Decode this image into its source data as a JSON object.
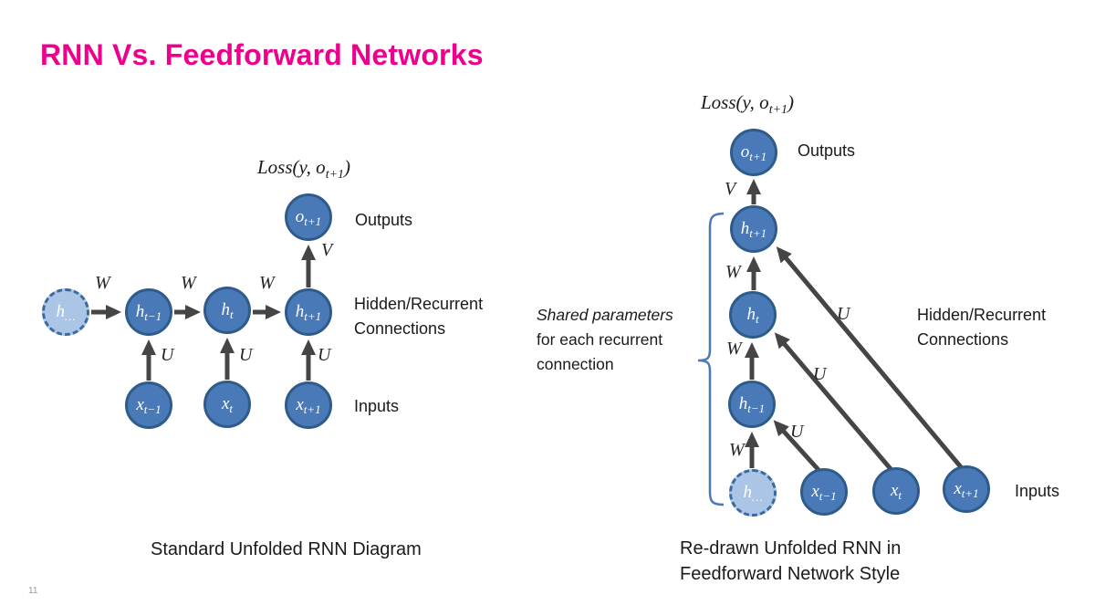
{
  "slide": {
    "title": "RNN Vs. Feedforward Networks",
    "page_number": "11"
  },
  "colors": {
    "title_accent": "#EC008C",
    "node_fill": "#4A79B8",
    "node_stroke": "#2F5B8B",
    "node_light_fill": "#AAC5E6",
    "arrow": "#454545",
    "bracket": "#4A79B8"
  },
  "weights": {
    "W": "W",
    "U": "U",
    "V": "V"
  },
  "left": {
    "loss": {
      "pre": "Loss(y, o",
      "sub": "t+1",
      "post": ")"
    },
    "nodes": {
      "h_prev": {
        "base": "h",
        "sub": "…"
      },
      "h_tm1": {
        "base": "h",
        "sub": "t−1"
      },
      "h_t": {
        "base": "h",
        "sub": "t"
      },
      "h_tp1": {
        "base": "h",
        "sub": "t+1"
      },
      "o_tp1": {
        "base": "o",
        "sub": "t+1"
      },
      "x_tm1": {
        "base": "x",
        "sub": "t−1"
      },
      "x_t": {
        "base": "x",
        "sub": "t"
      },
      "x_tp1": {
        "base": "x",
        "sub": "t+1"
      }
    },
    "labels": {
      "outputs": "Outputs",
      "hidden_line1": "Hidden/Recurrent",
      "hidden_line2": "Connections",
      "inputs": "Inputs"
    },
    "caption": "Standard Unfolded RNN Diagram"
  },
  "right": {
    "loss": {
      "pre": "Loss(y, o",
      "sub": "t+1",
      "post": ")"
    },
    "nodes": {
      "o_tp1": {
        "base": "o",
        "sub": "t+1"
      },
      "h_tp1": {
        "base": "h",
        "sub": "t+1"
      },
      "h_t": {
        "base": "h",
        "sub": "t"
      },
      "h_tm1": {
        "base": "h",
        "sub": "t−1"
      },
      "h_prev": {
        "base": "h",
        "sub": "…"
      },
      "x_tm1": {
        "base": "x",
        "sub": "t−1"
      },
      "x_t": {
        "base": "x",
        "sub": "t"
      },
      "x_tp1": {
        "base": "x",
        "sub": "t+1"
      }
    },
    "labels": {
      "outputs": "Outputs",
      "hidden_line1": "Hidden/Recurrent",
      "hidden_line2": "Connections",
      "inputs": "Inputs"
    },
    "annotation": {
      "line1": "Shared parameters",
      "line2": "for each recurrent",
      "line3": "connection"
    },
    "caption_line1": "Re-drawn Unfolded RNN in",
    "caption_line2": "Feedforward Network Style"
  }
}
